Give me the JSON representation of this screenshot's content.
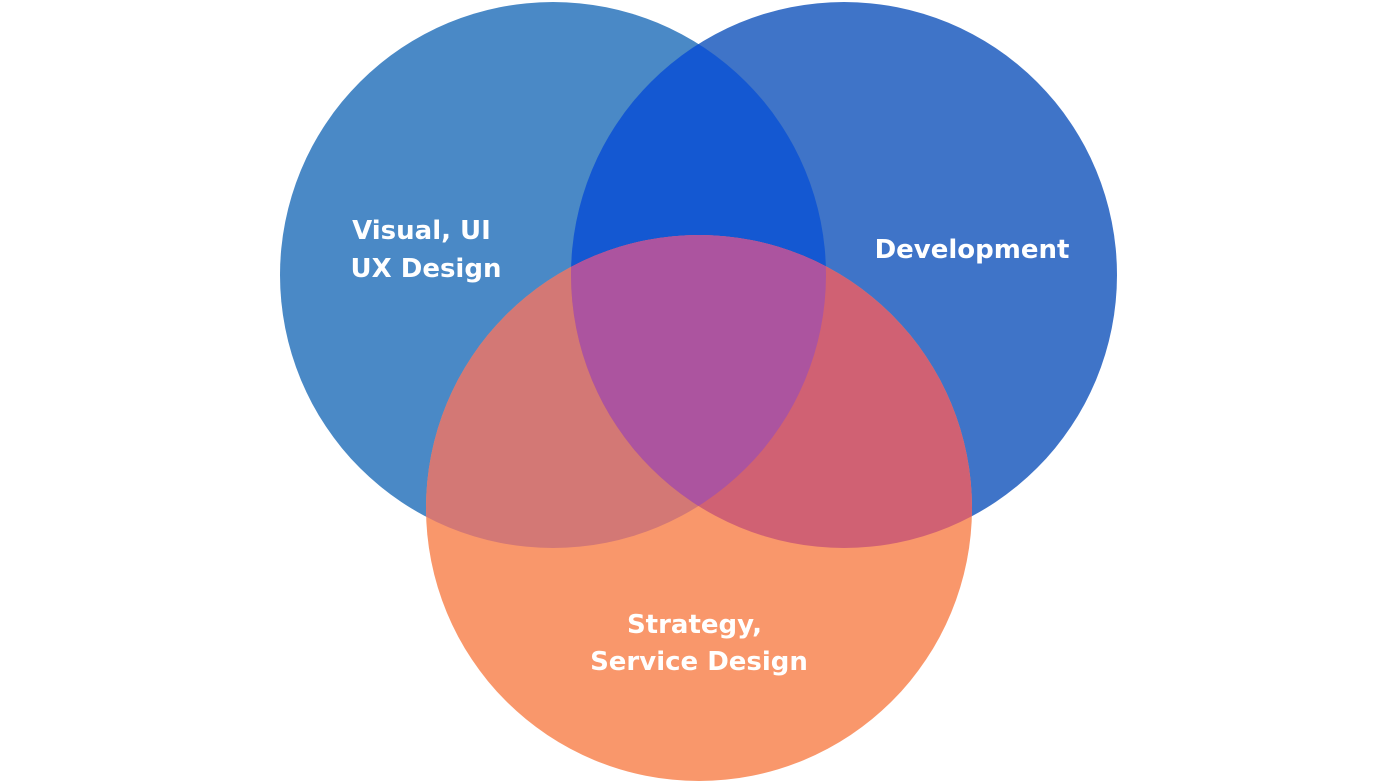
{
  "diagram": {
    "type": "venn",
    "sets": [
      {
        "id": "design",
        "lines": [
          "Visual, UI",
          "UX Design"
        ],
        "color": "#4a89c6"
      },
      {
        "id": "development",
        "lines": [
          "Development"
        ],
        "color": "#3f74c8"
      },
      {
        "id": "strategy",
        "lines": [
          "Strategy,",
          "Service Design"
        ],
        "color": "#f9976b"
      }
    ],
    "overlap_colors": {
      "design_development": "#1458d2",
      "design_strategy": "#d37875",
      "development_strategy": "#d06173",
      "all_three": "#ac549f"
    }
  }
}
